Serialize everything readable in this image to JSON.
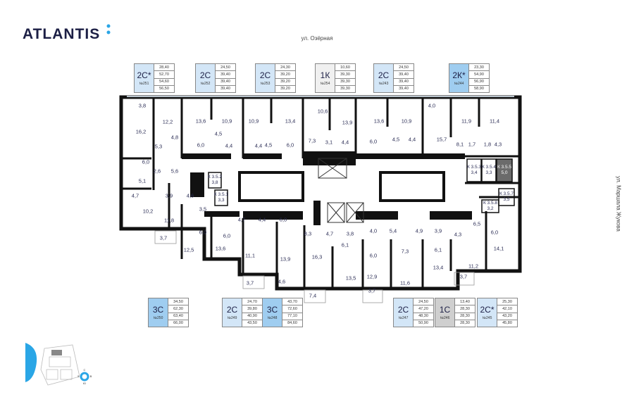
{
  "brand": {
    "name": "ATLANTIS",
    "accent": "#2aa6e6"
  },
  "streets": {
    "top": "ул. Озёрная",
    "right": "ул. Маршала Жукова"
  },
  "colors": {
    "light_blue": "#d3e6f7",
    "blue": "#9fcdf0",
    "light_gray": "#f0f0f0",
    "gray": "#cfcfcf",
    "storage_dark": "#6b6b6b"
  },
  "apartments": [
    {
      "type": "2С*",
      "number": "№251",
      "color": "light_blue",
      "areas": [
        "28,40",
        "52,70",
        "54,60",
        "56,50"
      ]
    },
    {
      "type": "2С",
      "number": "№252",
      "color": "light_blue",
      "areas": [
        "24,50",
        "39,40",
        "39,40",
        "39,40"
      ]
    },
    {
      "type": "2С",
      "number": "№253",
      "color": "light_blue",
      "areas": [
        "24,30",
        "39,20",
        "39,20",
        "39,20"
      ]
    },
    {
      "type": "1К",
      "number": "№254",
      "color": "light_gray",
      "areas": [
        "10,60",
        "39,30",
        "39,30",
        "39,30"
      ]
    },
    {
      "type": "2С",
      "number": "№243",
      "color": "light_blue",
      "areas": [
        "24,50",
        "39,40",
        "39,40",
        "39,40"
      ]
    },
    {
      "type": "2К*",
      "number": "№244",
      "color": "blue",
      "areas": [
        "23,30",
        "54,90",
        "56,90",
        "58,90"
      ]
    },
    {
      "type": "3С",
      "number": "№250",
      "color": "blue",
      "areas": [
        "34,50",
        "62,30",
        "63,40",
        "66,00"
      ]
    },
    {
      "type": "2С",
      "number": "№249",
      "color": "light_blue",
      "areas": [
        "24,70",
        "39,80",
        "40,90",
        "43,50"
      ]
    },
    {
      "type": "3С",
      "number": "№248",
      "color": "blue",
      "areas": [
        "43,70",
        "72,60",
        "77,10",
        "84,60"
      ]
    },
    {
      "type": "2С",
      "number": "№247",
      "color": "light_blue",
      "areas": [
        "24,50",
        "47,20",
        "48,30",
        "50,90"
      ]
    },
    {
      "type": "1С",
      "number": "№246",
      "color": "gray",
      "areas": [
        "13,40",
        "28,30",
        "28,30",
        "28,30"
      ]
    },
    {
      "type": "2С*",
      "number": "№245",
      "color": "light_blue",
      "areas": [
        "25,30",
        "42,10",
        "43,20",
        "45,80"
      ]
    }
  ],
  "floor_plan": {
    "rooms": [
      "3,8",
      "16,2",
      "12,2",
      "13,6",
      "10,9",
      "10,9",
      "13,4",
      "4,8",
      "6,0",
      "4,5",
      "4,4",
      "4,4",
      "4,5",
      "6,0",
      "7,3",
      "5,3",
      "6,0",
      "2,6",
      "5,6",
      "5,1",
      "10,6",
      "13,9",
      "13,6",
      "10,9",
      "4,0",
      "15,7",
      "11,9",
      "11,4",
      "3,1",
      "4,4",
      "6,0",
      "4,5",
      "4,4",
      "8,1",
      "1,7",
      "1,8",
      "4,3",
      "4,7",
      "3,9",
      "4,6",
      "10,2",
      "3,5",
      "11,8",
      "6,0",
      "6,0",
      "4,7",
      "4,4",
      "6,0",
      "8,3",
      "3,7",
      "12,5",
      "13,6",
      "11,1",
      "13,9",
      "16,3",
      "3,7",
      "4,6",
      "4,7",
      "3,8",
      "6,1",
      "4,0",
      "5,4",
      "4,9",
      "3,9",
      "4,3",
      "6,5",
      "6,0",
      "6,0",
      "7,3",
      "6,1",
      "14,1",
      "13,4",
      "11,2",
      "13,5",
      "12,9",
      "11,6",
      "3,7",
      "7,4",
      "3,7"
    ],
    "storages": [
      {
        "code": "К 3.5.2",
        "area": "3,8"
      },
      {
        "code": "К 3.5.1",
        "area": "3,3"
      },
      {
        "code": "К 3.5.3",
        "area": "3,4"
      },
      {
        "code": "К 3.5.4",
        "area": "3,3"
      },
      {
        "code": "К 3.5.5",
        "area": "5,0"
      },
      {
        "code": "К 3.5.7",
        "area": "3,5"
      },
      {
        "code": "К 3.5.8",
        "area": "3,2"
      }
    ]
  },
  "compass": {
    "north": "С",
    "south": "Ю",
    "west": "З",
    "east": "В"
  }
}
